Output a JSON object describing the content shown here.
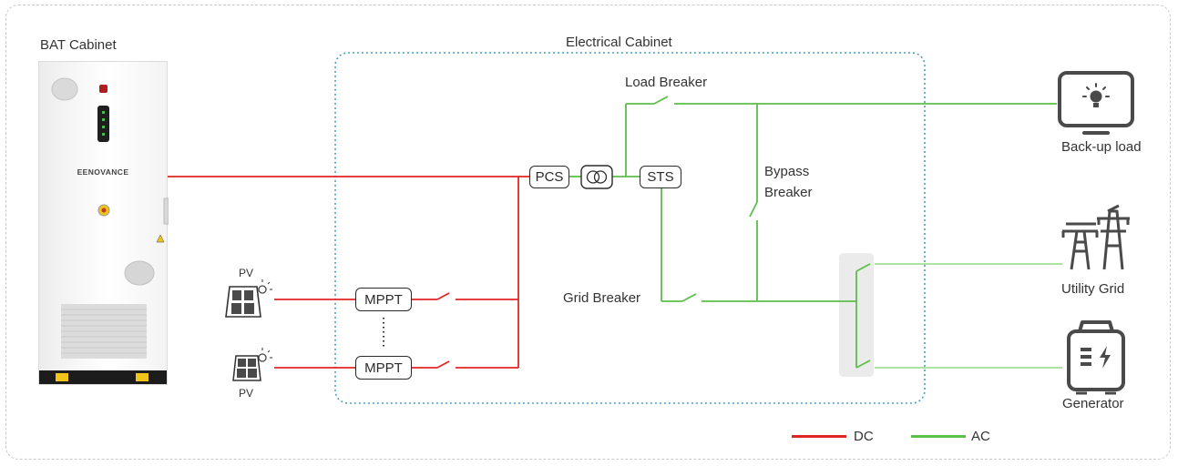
{
  "labels": {
    "bat_cabinet": "BAT Cabinet",
    "electrical_cabinet": "Electrical Cabinet",
    "load_breaker": "Load Breaker",
    "bypass_breaker_line1": "Bypass",
    "bypass_breaker_line2": "Breaker",
    "grid_breaker": "Grid Breaker",
    "backup_load": "Back-up load",
    "utility_grid": "Utility Grid",
    "generator": "Generator",
    "pv_top": "PV",
    "pv_bottom": "PV",
    "brand": "EENOVANCE"
  },
  "blocks": {
    "pcs": "PCS",
    "sts": "STS",
    "mppt_top": "MPPT",
    "mppt_bottom": "MPPT"
  },
  "legend": {
    "dc": "DC",
    "ac": "AC"
  },
  "colors": {
    "dc": "#e02525",
    "ac": "#5cbf4a",
    "ac_light": "#7fcf6c",
    "cabinet_border": "#4a9dc4",
    "icon": "#4a4a4a"
  }
}
